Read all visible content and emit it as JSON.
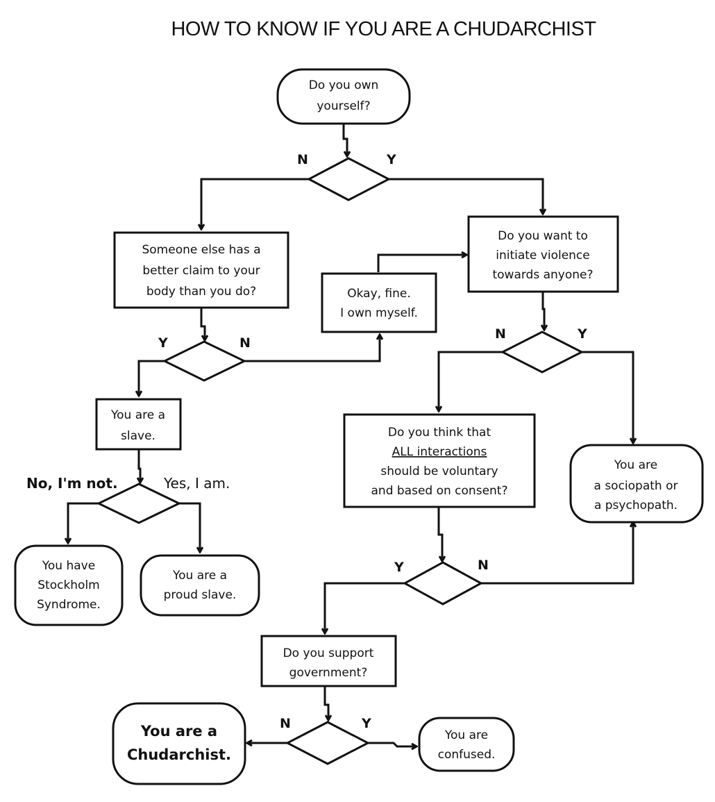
{
  "title": "HOW TO KNOW IF YOU ARE A CHUDARCHIST",
  "nodes": {
    "own_yourself": [
      "Do you own",
      "yourself?"
    ],
    "better_claim": [
      "Someone else has a",
      "better claim to your",
      "body than you do?"
    ],
    "okay_fine": [
      "Okay, fine.",
      "I own myself."
    ],
    "initiate_violence": [
      "Do you want to",
      "initiate violence",
      "towards anyone?"
    ],
    "slave": [
      "You are a",
      "slave."
    ],
    "all_interactions": [
      "Do you think that",
      "ALL interactions",
      "should be voluntary",
      "and based on consent?"
    ],
    "sociopath": [
      "You are",
      "a sociopath or",
      "a psychopath."
    ],
    "stockholm": [
      "You have",
      "Stockholm",
      "Syndrome."
    ],
    "proud_slave": [
      "You are a",
      "proud slave."
    ],
    "support_government": [
      "Do you support",
      "government?"
    ],
    "chudarchist": [
      "You are a",
      "Chudarchist."
    ],
    "confused": [
      "You are",
      "confused."
    ]
  },
  "branch_labels": {
    "d1_n": "N",
    "d1_y": "Y",
    "d2_y": "Y",
    "d2_n": "N",
    "d3_n": "N",
    "d3_y": "Y",
    "d4_no": "No, I'm not.",
    "d4_yes": "Yes, I am.",
    "d5_y": "Y",
    "d5_n": "N",
    "d6_n": "N",
    "d6_y": "Y"
  }
}
